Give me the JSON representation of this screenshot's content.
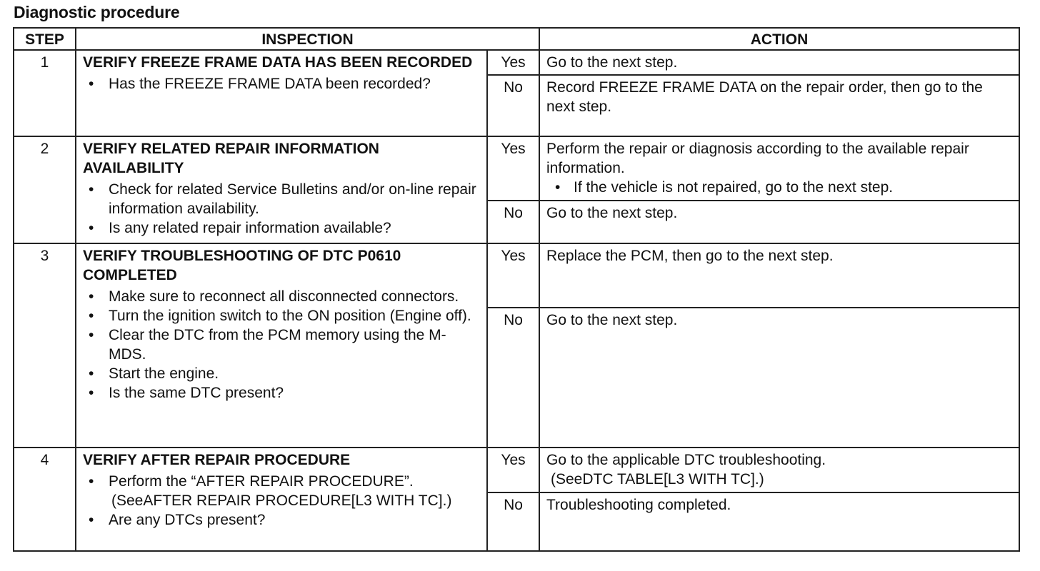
{
  "title": "Diagnostic procedure",
  "headers": {
    "step": "STEP",
    "inspection": "INSPECTION",
    "action": "ACTION"
  },
  "steps": [
    {
      "num": "1",
      "heading": "VERIFY FREEZE FRAME DATA HAS BEEN RECORDED",
      "bullets": [
        "Has the FREEZE FRAME DATA been recorded?"
      ],
      "yes_label": "Yes",
      "yes_action": "Go to the next step.",
      "no_label": "No",
      "no_action": "Record FREEZE FRAME DATA on the repair order, then go to the next step."
    },
    {
      "num": "2",
      "heading": "VERIFY RELATED REPAIR INFORMATION AVAILABILITY",
      "bullets": [
        "Check for related Service Bulletins and/or on-line repair information availability.",
        "Is any related repair information available?"
      ],
      "yes_label": "Yes",
      "yes_action": "Perform the repair or diagnosis according to the available repair information.",
      "yes_bullet": "If the vehicle is not repaired, go to the next step.",
      "no_label": "No",
      "no_action": "Go to the next step."
    },
    {
      "num": "3",
      "heading": "VERIFY TROUBLESHOOTING OF DTC P0610 COMPLETED",
      "bullets": [
        "Make sure to reconnect all disconnected connectors.",
        "Turn the ignition switch to the ON position (Engine off).",
        "Clear the DTC from the PCM memory using the M-MDS.",
        "Start the engine.",
        "Is the same DTC present?"
      ],
      "yes_label": "Yes",
      "yes_action": "Replace the PCM, then go to the next step.",
      "no_label": "No",
      "no_action": "Go to the next step."
    },
    {
      "num": "4",
      "heading": "VERIFY AFTER REPAIR PROCEDURE",
      "bullet_1": "Perform the “AFTER REPAIR PROCEDURE”.",
      "bullet_1_ref": "(SeeAFTER REPAIR PROCEDURE[L3 WITH TC].)",
      "bullet_2": "Are any DTCs present?",
      "yes_label": "Yes",
      "yes_action": "Go to the applicable DTC troubleshooting.",
      "yes_ref": "(SeeDTC TABLE[L3 WITH TC].)",
      "no_label": "No",
      "no_action": "Troubleshooting completed."
    }
  ]
}
